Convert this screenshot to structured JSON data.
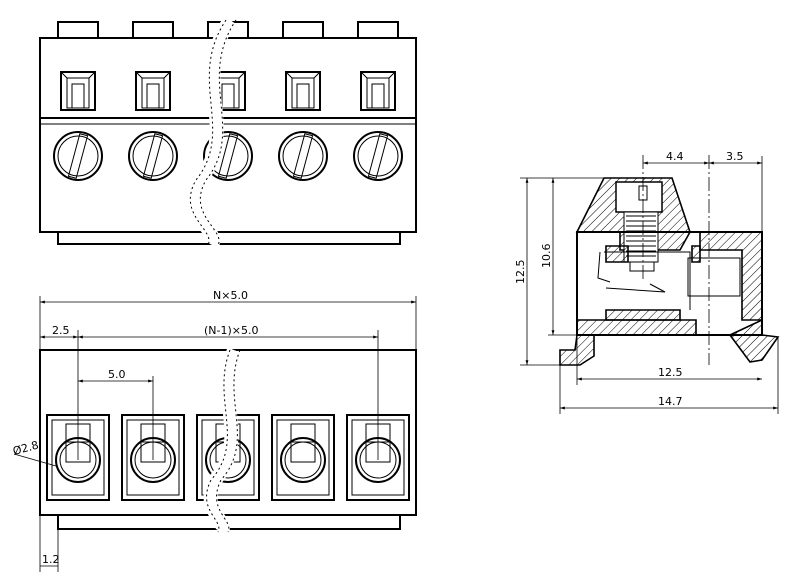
{
  "drawing": {
    "pole_count": 5,
    "dimensions": {
      "total_width": "N×5.0",
      "edge_offset": "2.5",
      "pitch_span": "(N-1)×5.0",
      "pitch": "5.0",
      "hole_diameter": "Ø2.8",
      "rail_offset": "1.2",
      "screw_offset": "4.4",
      "wire_offset": "3.5",
      "total_height": "12.5",
      "body_height": "10.6",
      "base_depth": "12.5",
      "total_depth": "14.7"
    }
  }
}
